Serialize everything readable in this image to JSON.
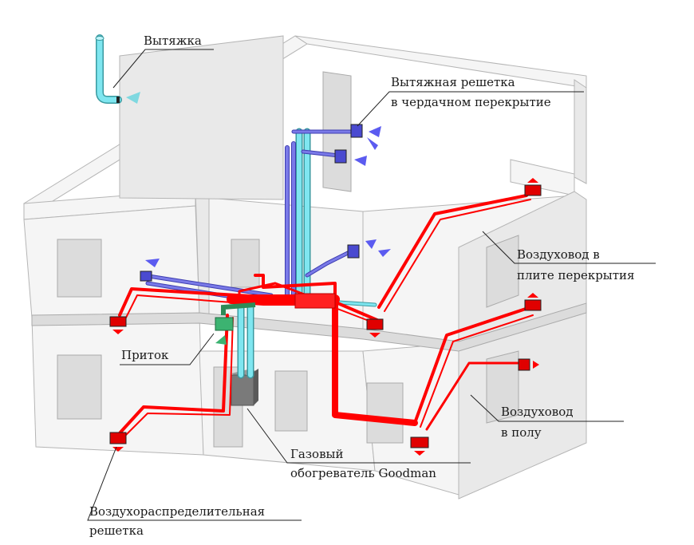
{
  "labels": {
    "exhaust": "Вытяжка",
    "exhaust_grille_1": "Вытяжная решетка",
    "exhaust_grille_2": "в чердачном перекрытие",
    "duct_slab_1": "Воздуховод в",
    "duct_slab_2": "плите перекрытия",
    "supply": "Приток",
    "duct_floor_1": "Воздуховод",
    "duct_floor_2": "в полу",
    "heater_1": "Газовый",
    "heater_2": "обогреватель Goodman",
    "diffuser_1": "Воздухораспределительная",
    "diffuser_2": "решетка"
  },
  "colors": {
    "supply_duct": "#ff0000",
    "exhaust_duct": "#6a6ae8",
    "exhaust_arrow": "#5b5bf0",
    "fresh_air_pipe": "#7fe6f0",
    "fresh_air_arrow": "#7fd8e0",
    "supply_inlet": "#3cb371",
    "heater": "#7a7a7a",
    "wall": "#f5f5f5",
    "wall_edge": "#b5b5b5",
    "leader_line": "#222222"
  }
}
